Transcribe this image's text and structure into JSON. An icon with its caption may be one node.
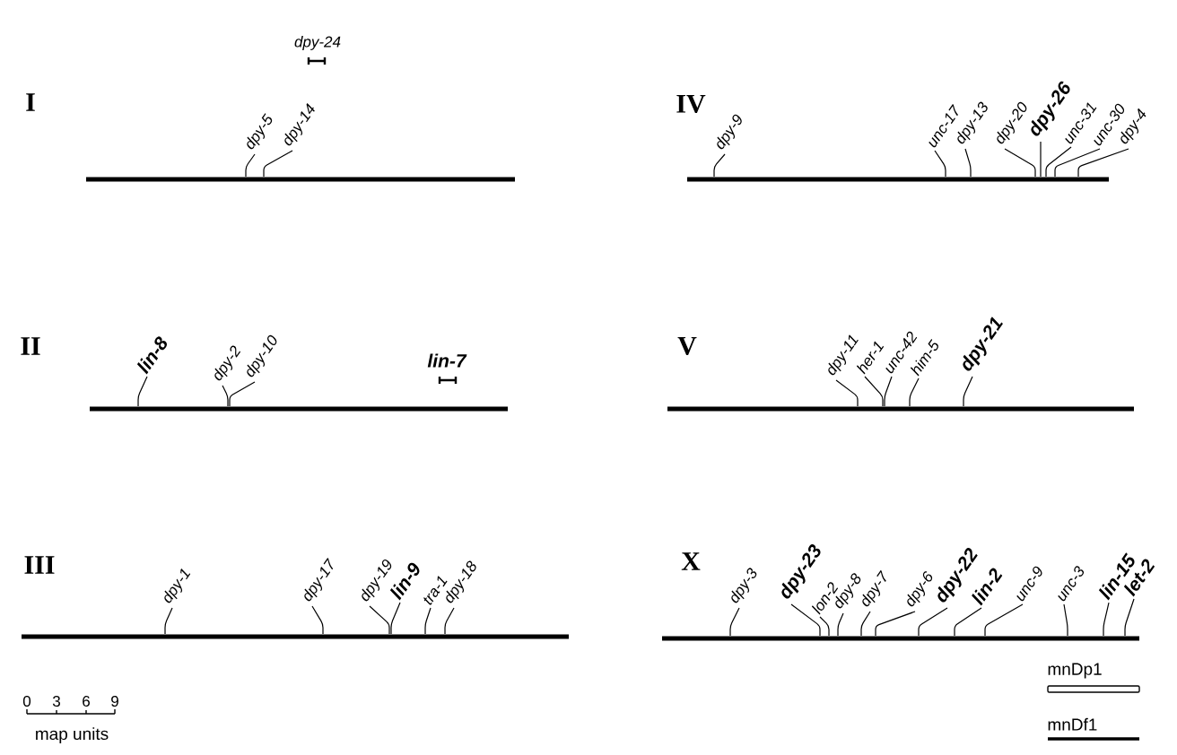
{
  "diagram": {
    "nodes": [
      {
        "text": [
          "I"
        ]
      },
      {
        "text": [
          "dpy-24"
        ]
      },
      {
        "text": [
          "dpy-5"
        ]
      },
      {
        "text": [
          "dpy-14"
        ]
      },
      {
        "text": [
          "IV"
        ]
      },
      {
        "text": [
          "dpy-9"
        ]
      },
      {
        "text": [
          "unc-17"
        ]
      },
      {
        "text": [
          "dpy-13"
        ]
      },
      {
        "text": [
          "dpy-20"
        ]
      },
      {
        "text": [
          "dpy-26"
        ]
      },
      {
        "text": [
          "unc-31"
        ]
      },
      {
        "text": [
          "unc-30"
        ]
      },
      {
        "text": [
          "dpy-4"
        ]
      },
      {
        "text": [
          "II"
        ]
      },
      {
        "text": [
          "lin-8"
        ]
      },
      {
        "text": [
          "dpy-2"
        ]
      },
      {
        "text": [
          "dpy-10"
        ]
      },
      {
        "text": [
          "lin-7"
        ]
      },
      {
        "text": [
          "V"
        ]
      },
      {
        "text": [
          "dpy-11"
        ]
      },
      {
        "text": [
          "her-1"
        ]
      },
      {
        "text": [
          "unc-42"
        ]
      },
      {
        "text": [
          "him-5"
        ]
      },
      {
        "text": [
          "dpy-21"
        ]
      },
      {
        "text": [
          "III"
        ]
      },
      {
        "text": [
          "dpy-1"
        ]
      },
      {
        "text": [
          "dpy-17"
        ]
      },
      {
        "text": [
          "dpy-19"
        ]
      },
      {
        "text": [
          "lin-9"
        ]
      },
      {
        "text": [
          "tra-1"
        ]
      },
      {
        "text": [
          "dpy-18"
        ]
      },
      {
        "text": [
          "X"
        ]
      },
      {
        "text": [
          "dpy-3"
        ]
      },
      {
        "text": [
          "dpy-23"
        ]
      },
      {
        "text": [
          "lon-2"
        ]
      },
      {
        "text": [
          "dpy-8"
        ]
      },
      {
        "text": [
          "dpy-7"
        ]
      },
      {
        "text": [
          "dpy-6"
        ]
      },
      {
        "text": [
          "dpy-22"
        ]
      },
      {
        "text": [
          "lin-2"
        ]
      },
      {
        "text": [
          "unc-9"
        ]
      },
      {
        "text": [
          "unc-3"
        ]
      },
      {
        "text": [
          "lin-15"
        ]
      },
      {
        "text": [
          "let-2"
        ]
      }
    ],
    "edges": [
      {
        "from": 2,
        "to": 0,
        "arrow": "none"
      },
      {
        "from": 3,
        "to": 0,
        "arrow": "none"
      },
      {
        "from": 5,
        "to": 4,
        "arrow": "none"
      },
      {
        "from": 6,
        "to": 4,
        "arrow": "none"
      },
      {
        "from": 7,
        "to": 4,
        "arrow": "none"
      },
      {
        "from": 8,
        "to": 4,
        "arrow": "none"
      },
      {
        "from": 9,
        "to": 4,
        "arrow": "none"
      },
      {
        "from": 10,
        "to": 4,
        "arrow": "none"
      },
      {
        "from": 11,
        "to": 4,
        "arrow": "none"
      },
      {
        "from": 12,
        "to": 4,
        "arrow": "none"
      },
      {
        "from": 14,
        "to": 13,
        "arrow": "none"
      },
      {
        "from": 15,
        "to": 13,
        "arrow": "none"
      },
      {
        "from": 16,
        "to": 13,
        "arrow": "none"
      },
      {
        "from": 19,
        "to": 18,
        "arrow": "none"
      },
      {
        "from": 20,
        "to": 18,
        "arrow": "none"
      },
      {
        "from": 21,
        "to": 18,
        "arrow": "none"
      },
      {
        "from": 22,
        "to": 18,
        "arrow": "none"
      },
      {
        "from": 23,
        "to": 18,
        "arrow": "none"
      },
      {
        "from": 25,
        "to": 24,
        "arrow": "none"
      },
      {
        "from": 26,
        "to": 24,
        "arrow": "none"
      },
      {
        "from": 27,
        "to": 24,
        "arrow": "none"
      },
      {
        "from": 28,
        "to": 24,
        "arrow": "none"
      },
      {
        "from": 29,
        "to": 24,
        "arrow": "none"
      },
      {
        "from": 30,
        "to": 24,
        "arrow": "none"
      },
      {
        "from": 32,
        "to": 31,
        "arrow": "none"
      },
      {
        "from": 33,
        "to": 31,
        "arrow": "none"
      },
      {
        "from": 34,
        "to": 31,
        "arrow": "none"
      },
      {
        "from": 35,
        "to": 31,
        "arrow": "none"
      },
      {
        "from": 36,
        "to": 31,
        "arrow": "none"
      },
      {
        "from": 37,
        "to": 31,
        "arrow": "none"
      },
      {
        "from": 38,
        "to": 31,
        "arrow": "none"
      },
      {
        "from": 39,
        "to": 31,
        "arrow": "none"
      },
      {
        "from": 40,
        "to": 31,
        "arrow": "none"
      },
      {
        "from": 41,
        "to": 31,
        "arrow": "none"
      },
      {
        "from": 42,
        "to": 31,
        "arrow": "none"
      },
      {
        "from": 43,
        "to": 31,
        "arrow": "none"
      }
    ],
    "labels": [
      "0",
      "3",
      "6",
      "9",
      "map units",
      "mnDp1",
      "mnDf1"
    ]
  }
}
